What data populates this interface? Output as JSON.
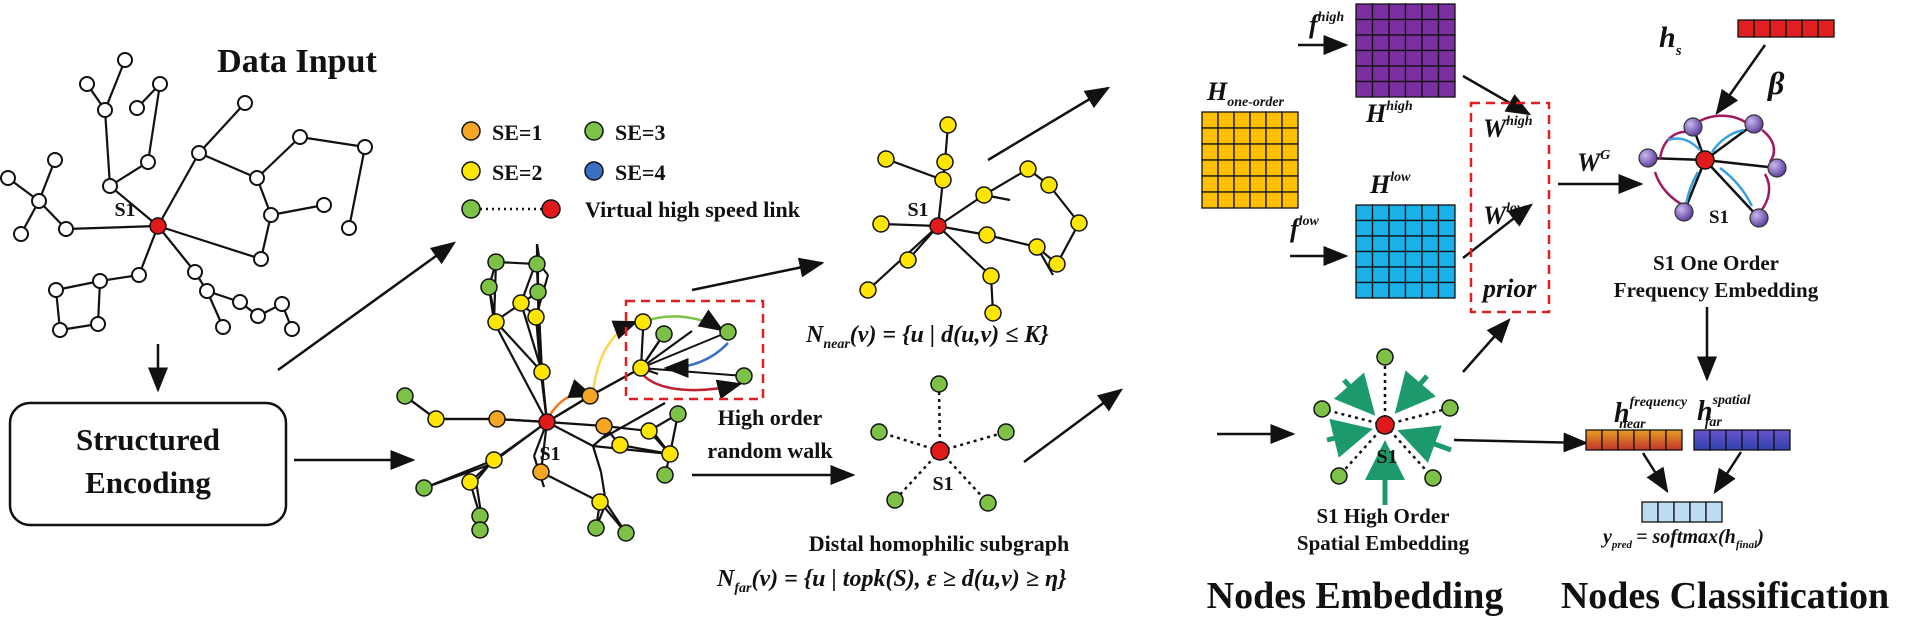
{
  "data_input": {
    "title": "Data Input",
    "center_label": "S1"
  },
  "structured_encoding": {
    "label_line1": "Structured",
    "label_line2": "Encoding"
  },
  "legend": {
    "items": [
      {
        "label": "SE=1",
        "color": "#f5a623"
      },
      {
        "label": "SE=2",
        "color": "#ffe600"
      },
      {
        "label": "SE=3",
        "color": "#7dc246"
      },
      {
        "label": "SE=4",
        "color": "#3b6fc4"
      }
    ],
    "virtual_link_label": "Virtual high speed link"
  },
  "encoded_graph": {
    "center_label": "S1",
    "walk_label_line1": "High order",
    "walk_label_line2": "random walk"
  },
  "near_graph": {
    "center_label": "S1",
    "formula_lhs": "N",
    "formula_sub": "near",
    "formula_rhs": "(v) = {u | d(u,v) ≤ K}"
  },
  "far_graph": {
    "center_label": "S1",
    "title": "Distal homophilic subgraph",
    "formula_lhs": "N",
    "formula_sub": "far",
    "formula_rhs": "(v) = {u | topk(S),  ε ≥ d(u,v) ≥ η}"
  },
  "embedding": {
    "section_title": "Nodes Embedding",
    "h_one_order": "H",
    "h_one_order_sub": "one-order",
    "f_high": "f",
    "f_high_sup": "high",
    "f_low": "f",
    "f_low_sup": "low",
    "h_high": "H",
    "h_high_sup": "high",
    "h_low": "H",
    "h_low_sup": "low",
    "w_high": "W",
    "w_high_sup": "high",
    "w_low": "W",
    "w_low_sup": "low",
    "prior": "prior",
    "spatial_center": "S1",
    "spatial_caption_line1": "S1 High Order",
    "spatial_caption_line2": "Spatial Embedding",
    "colors": {
      "purple": "#7b2fa0",
      "blue": "#1ab0e8",
      "yellow": "#ffc000",
      "red_dash": "#e02020"
    }
  },
  "classification": {
    "section_title": "Nodes Classification",
    "wg": "W",
    "wg_sup": "G",
    "hs1": "h",
    "hs1_sub": "s",
    "beta": "β",
    "freq_center": "S1",
    "freq_caption_line1": "S1 One Order",
    "freq_caption_line2": "Frequency Embedding",
    "h_near": "h",
    "h_near_sup": "frequency",
    "h_near_sub": "near",
    "h_far": "h",
    "h_far_sup": "spatial",
    "h_far_sub": "far",
    "y_pred": "y",
    "y_pred_sub": "pred",
    "softmax": "= softmax(h",
    "softmax_sub": "final",
    "softmax_end": ")"
  }
}
